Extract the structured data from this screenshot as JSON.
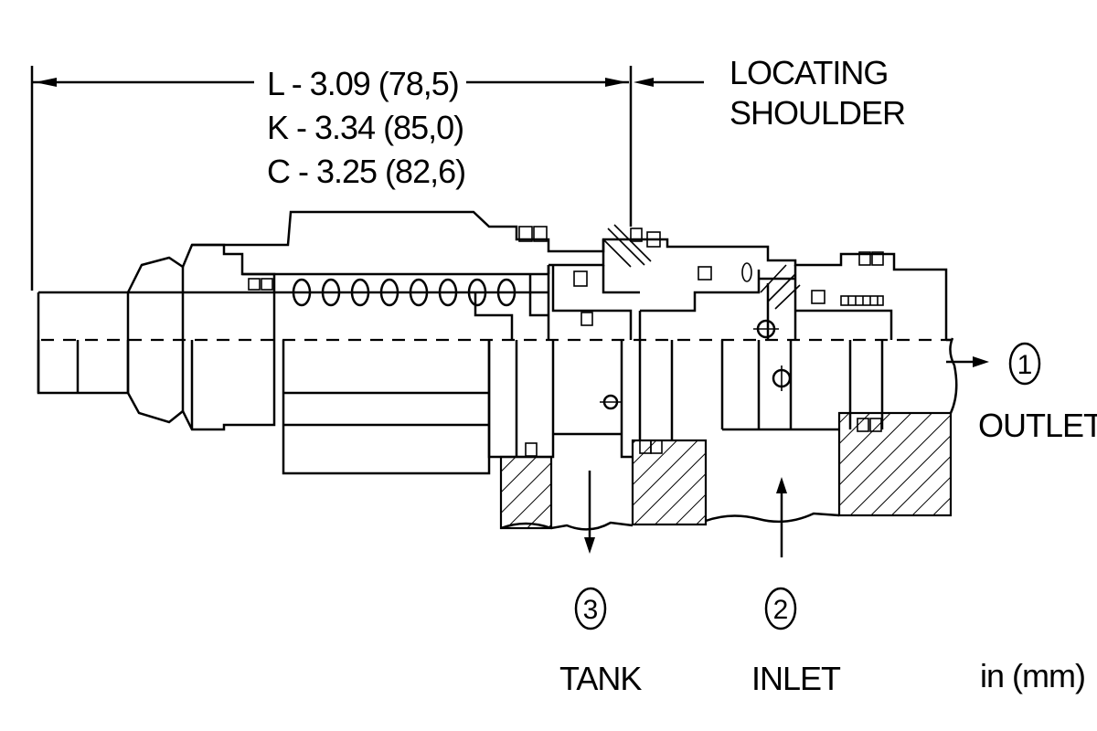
{
  "dimensions": {
    "line_l": "L - 3.09 (78,5)",
    "line_k": "K - 3.34 (85,0)",
    "line_c": "C - 3.25 (82,6)"
  },
  "callouts": {
    "locating_line1": "LOCATING",
    "locating_line2": "SHOULDER"
  },
  "ports": [
    {
      "number": "1",
      "label": "OUTLET"
    },
    {
      "number": "2",
      "label": "INLET"
    },
    {
      "number": "3",
      "label": "TANK"
    }
  ],
  "units": "in (mm)"
}
